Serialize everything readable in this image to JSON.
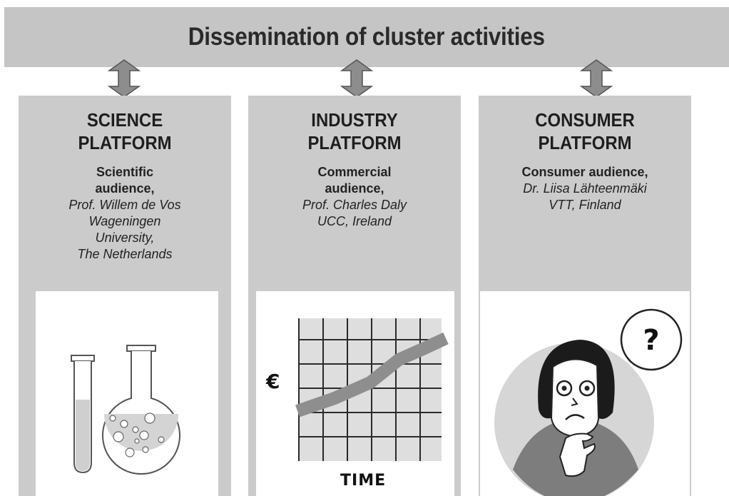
{
  "banner": {
    "title": "Dissemination of cluster activities"
  },
  "panels": [
    {
      "title": "SCIENCE\nPLATFORM",
      "audience": "Scientific\naudience,",
      "contact": "Prof. Willem de Vos\nWageningen\nUniversity,\nThe Netherlands",
      "illustration": "lab-glassware"
    },
    {
      "title": "INDUSTRY\nPLATFORM",
      "audience": "Commercial\naudience,",
      "contact": "Prof. Charles Daly\nUCC, Ireland",
      "illustration": "growth-chart",
      "chart_y_label": "€",
      "chart_x_label": "TIME"
    },
    {
      "title": "CONSUMER\nPLATFORM",
      "audience": "Consumer audience,",
      "contact": "Dr. Liisa Lähteenmäki\nVTT, Finland",
      "illustration": "puzzled-person",
      "question_mark": "?"
    }
  ],
  "colors": {
    "banner": "#c5c5c5",
    "panel": "#cbcbcb",
    "arrow": "#8a8a8a"
  }
}
